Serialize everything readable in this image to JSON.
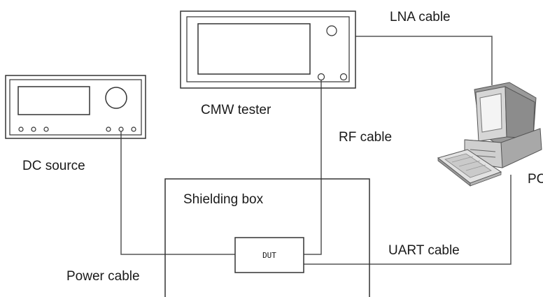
{
  "diagram": {
    "devices": {
      "cmw_tester": "CMW tester",
      "dc_source": "DC source",
      "pc": "PC",
      "shielding_box": "Shielding box",
      "dut": "DUT"
    },
    "cables": {
      "lna": "LNA  cable",
      "rf": "RF cable",
      "uart": "UART cable",
      "power": "Power cable"
    }
  }
}
